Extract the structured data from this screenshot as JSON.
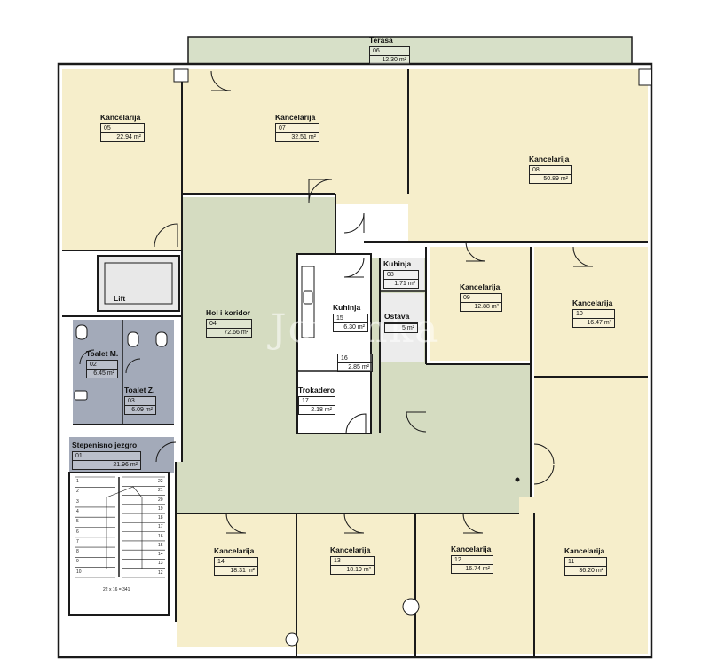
{
  "rooms": [
    {
      "id": "terasa",
      "name": "Terasa",
      "number": "06",
      "area": "12.30 m²"
    },
    {
      "id": "r05",
      "name": "Kancelarija",
      "number": "05",
      "area": "22.94 m²"
    },
    {
      "id": "r07",
      "name": "Kancelarija",
      "number": "07",
      "area": "32.51 m²"
    },
    {
      "id": "r08",
      "name": "Kancelarija",
      "number": "08",
      "area": "50.89 m²"
    },
    {
      "id": "lift",
      "name": "Lift",
      "number": "",
      "area": ""
    },
    {
      "id": "r04",
      "name": "Hol i koridor",
      "number": "04",
      "area": "72.66 m²"
    },
    {
      "id": "kuh15",
      "name": "Kuhinja",
      "number": "15",
      "area": "6.30 m²"
    },
    {
      "id": "kuh08",
      "name": "Kuhinja",
      "number": "08",
      "area": "1.71 m²"
    },
    {
      "id": "ost",
      "name": "Ostava",
      "number": "",
      "area": "5 m²"
    },
    {
      "id": "r09",
      "name": "Kancelarija",
      "number": "09",
      "area": "12.88 m²"
    },
    {
      "id": "r10",
      "name": "Kancelarija",
      "number": "10",
      "area": "16.47 m²"
    },
    {
      "id": "r02",
      "name": "Toalet M.",
      "number": "02",
      "area": "6.45 m²"
    },
    {
      "id": "r16",
      "name": "",
      "number": "16",
      "area": "2.85 m²"
    },
    {
      "id": "r03",
      "name": "Toalet Z.",
      "number": "03",
      "area": "6.09 m²"
    },
    {
      "id": "r17",
      "name": "Trokadero",
      "number": "17",
      "area": "2.18 m²"
    },
    {
      "id": "r01",
      "name": "Stepenisno jezgro",
      "number": "01",
      "area": "21.96 m²"
    },
    {
      "id": "r14",
      "name": "Kancelarija",
      "number": "14",
      "area": "18.31 m²"
    },
    {
      "id": "r13",
      "name": "Kancelarija",
      "number": "13",
      "area": "18.19 m²"
    },
    {
      "id": "r12",
      "name": "Kancelarija",
      "number": "12",
      "area": "16.74 m²"
    },
    {
      "id": "r11",
      "name": "Kancelarija",
      "number": "11",
      "area": "36.20 m²"
    }
  ],
  "stairs": {
    "left_steps": [
      "1",
      "2",
      "3",
      "4",
      "5",
      "6",
      "7",
      "8",
      "9",
      "10"
    ],
    "right_steps": [
      "22",
      "21",
      "20",
      "19",
      "18",
      "17",
      "16",
      "15",
      "14",
      "13",
      "12"
    ],
    "note": "22 x 16 = 341"
  },
  "watermark": "Jovanka",
  "colors": {
    "office": "#f6eecb",
    "hall": "#d5dcc1",
    "wc": "#a3aab9",
    "terrace": "#d7e0c8",
    "wall": "#1a1a1a"
  }
}
